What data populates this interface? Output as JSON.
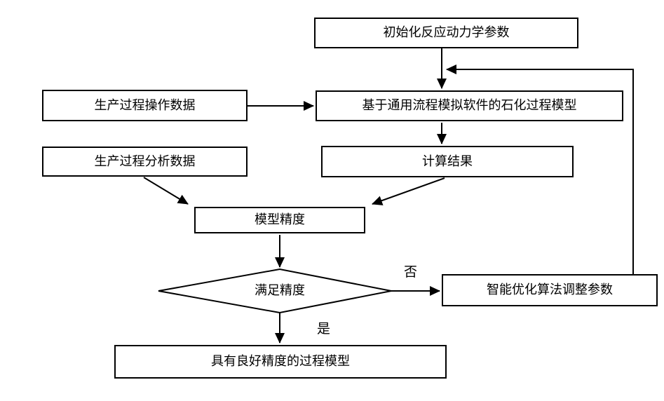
{
  "diagram": {
    "colors": {
      "background": "#ffffff",
      "line": "#000000",
      "node_fill": "#ffffff",
      "text": "#000000"
    },
    "nodes": {
      "init_params": {
        "label": "初始化反应动力学参数",
        "shape": "rect"
      },
      "op_data": {
        "label": "生产过程操作数据",
        "shape": "rect"
      },
      "process_model": {
        "label": "基于通用流程模拟软件的石化过程模型",
        "shape": "rect"
      },
      "analysis_data": {
        "label": "生产过程分析数据",
        "shape": "rect"
      },
      "calc_result": {
        "label": "计算结果",
        "shape": "rect"
      },
      "model_accuracy": {
        "label": "模型精度",
        "shape": "rect"
      },
      "decision": {
        "label": "满足精度",
        "shape": "diamond"
      },
      "optimize": {
        "label": "智能优化算法调整参数",
        "shape": "rect"
      },
      "final_model": {
        "label": "具有良好精度的过程模型",
        "shape": "rect"
      }
    },
    "edge_labels": {
      "no": "否",
      "yes": "是"
    },
    "edges": [
      {
        "from": "init_params",
        "to": "process_model",
        "label": ""
      },
      {
        "from": "op_data",
        "to": "process_model",
        "label": ""
      },
      {
        "from": "process_model",
        "to": "calc_result",
        "label": ""
      },
      {
        "from": "analysis_data",
        "to": "model_accuracy",
        "label": ""
      },
      {
        "from": "calc_result",
        "to": "model_accuracy",
        "label": ""
      },
      {
        "from": "model_accuracy",
        "to": "decision",
        "label": ""
      },
      {
        "from": "decision",
        "to": "optimize",
        "label": "否"
      },
      {
        "from": "decision",
        "to": "final_model",
        "label": "是"
      },
      {
        "from": "optimize",
        "to": "process_model",
        "label": ""
      }
    ]
  }
}
